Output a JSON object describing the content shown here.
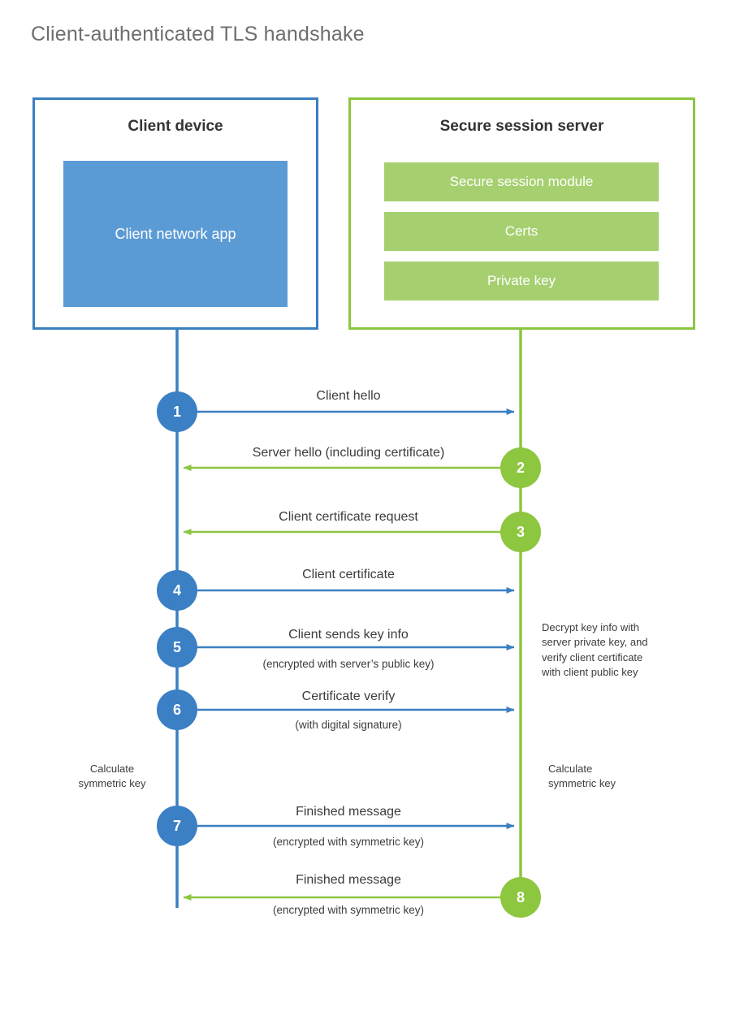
{
  "title": "Client-authenticated TLS handshake",
  "colors": {
    "client_border": "#3a7fc1",
    "client_fill": "#5b9bd5",
    "client_line": "#3a7fc1",
    "client_circle": "#3b7fc4",
    "server_border": "#8cc63f",
    "server_fill": "#a6d070",
    "server_line": "#8cc63f",
    "server_circle": "#8dc63f",
    "title_text": "#6e6e6e",
    "label_text": "#3c3c3c"
  },
  "parties": {
    "client": {
      "title": "Client device",
      "component": "Client network app"
    },
    "server": {
      "title": "Secure session server",
      "modules": [
        "Secure session module",
        "Certs",
        "Private key"
      ]
    }
  },
  "steps": [
    {
      "number": "1",
      "label": "Client hello",
      "sublabel": "",
      "direction": "client-to-server",
      "origin": "client"
    },
    {
      "number": "2",
      "label": "Server hello (including certificate)",
      "sublabel": "",
      "direction": "server-to-client",
      "origin": "server"
    },
    {
      "number": "3",
      "label": "Client certificate request",
      "sublabel": "",
      "direction": "server-to-client",
      "origin": "server"
    },
    {
      "number": "4",
      "label": "Client certificate",
      "sublabel": "",
      "direction": "client-to-server",
      "origin": "client"
    },
    {
      "number": "5",
      "label": "Client sends key info",
      "sublabel": "(encrypted with server’s public key)",
      "direction": "client-to-server",
      "origin": "client"
    },
    {
      "number": "6",
      "label": "Certificate verify",
      "sublabel": "(with digital signature)",
      "direction": "client-to-server",
      "origin": "client"
    },
    {
      "number": "7",
      "label": "Finished message",
      "sublabel": "(encrypted with symmetric key)",
      "direction": "client-to-server",
      "origin": "client"
    },
    {
      "number": "8",
      "label": "Finished message",
      "sublabel": "(encrypted with symmetric key)",
      "direction": "server-to-client",
      "origin": "server"
    }
  ],
  "notes": {
    "server_decrypt": "Decrypt key info with server private key, and verify client certificate with client public key",
    "server_decrypt_lines": [
      "Decrypt key info with",
      "server private key, and",
      "verify client certificate",
      "with client public key"
    ],
    "client_calculate_lines": [
      "Calculate",
      "symmetric key"
    ],
    "server_calculate_lines": [
      "Calculate",
      "symmetric key"
    ]
  }
}
